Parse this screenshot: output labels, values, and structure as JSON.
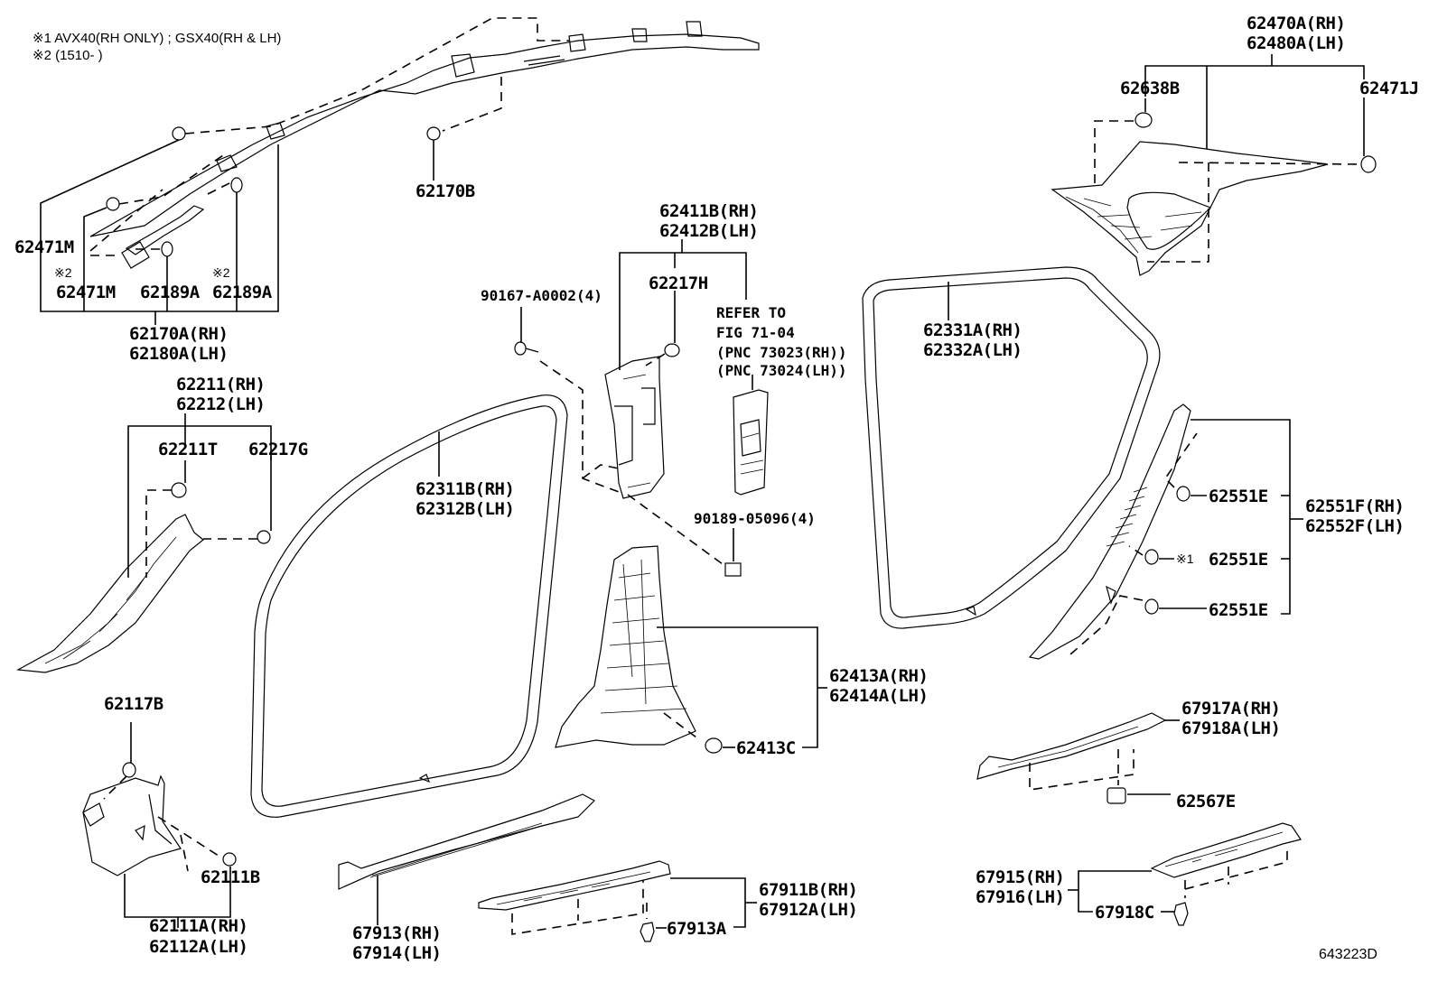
{
  "notes": {
    "note1": "※1 AVX40(RH ONLY) ; GSX40(RH & LH)",
    "note2": "※2 (1510-        )"
  },
  "figure_number": "643223D",
  "marks": {
    "m1": "※1",
    "m2": "※2"
  },
  "groups": {
    "curtain_airbag": {
      "labels": [
        "62170A(RH)",
        "62180A(LH)"
      ],
      "children": [
        "62471M",
        "62471M",
        "62189A",
        "62189A"
      ],
      "single": "62170B"
    },
    "front_pillar": {
      "labels": [
        "62211(RH)",
        "62212(LH)"
      ],
      "children": [
        "62211T",
        "62217G"
      ]
    },
    "cowl_side": {
      "labels": [
        "62111A(RH)",
        "62112A(LH)"
      ],
      "children": [
        "62117B",
        "62111B"
      ]
    },
    "front_weatherstrip": {
      "labels": [
        "62311B(RH)",
        "62312B(LH)"
      ]
    },
    "center_pillar_upper": {
      "labels": [
        "62411B(RH)",
        "62412B(LH)"
      ],
      "children": [
        "62217H"
      ],
      "refer": [
        "REFER TO",
        "FIG 71-04",
        "(PNC 73023(RH))",
        "(PNC 73024(LH))"
      ],
      "screw": "90167-A0002(4)",
      "nut": "90189-05096(4)"
    },
    "center_pillar_lower": {
      "labels": [
        "62413A(RH)",
        "62414A(LH)"
      ],
      "children": [
        "62413C"
      ]
    },
    "rear_weatherstrip": {
      "labels": [
        "62331A(RH)",
        "62332A(LH)"
      ]
    },
    "roof_side_rear": {
      "labels": [
        "62470A(RH)",
        "62480A(LH)"
      ],
      "children": [
        "62638B",
        "62471J"
      ]
    },
    "rear_pillar_garnish": {
      "labels": [
        "62551F(RH)",
        "62552F(LH)"
      ],
      "children": [
        "62551E",
        "62551E",
        "62551E"
      ]
    },
    "rear_scuff_inner": {
      "labels": [
        "67917A(RH)",
        "67918A(LH)"
      ],
      "children": [
        "62567E"
      ]
    },
    "rear_scuff_plate": {
      "labels": [
        "67915(RH)",
        "67916(LH)"
      ],
      "children": [
        "67918C"
      ]
    },
    "front_scuff_inner": {
      "labels": [
        "67913(RH)",
        "67914(LH)"
      ]
    },
    "front_scuff_plate": {
      "labels": [
        "67911B(RH)",
        "67912A(LH)"
      ],
      "children": [
        "67913A"
      ]
    }
  }
}
